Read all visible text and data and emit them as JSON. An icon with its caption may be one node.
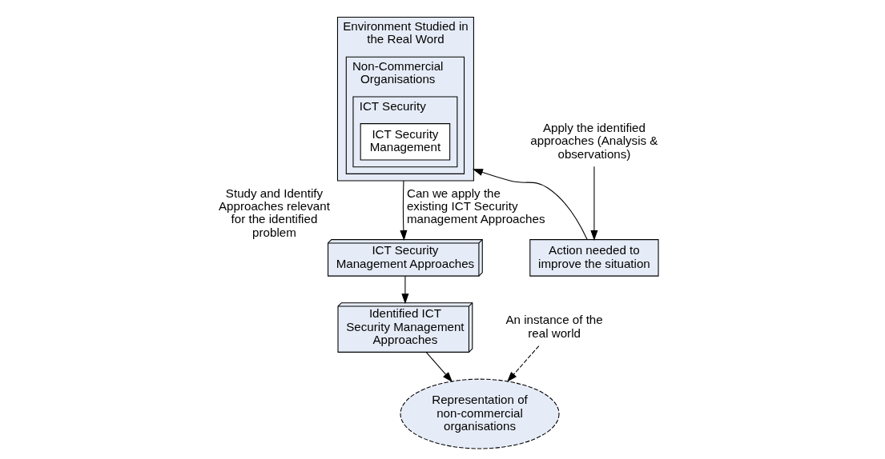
{
  "diagram": {
    "nodes": [
      {
        "text": [
          "Environment Studied in the Real Word"
        ]
      },
      {
        "text": [
          "Non-Commercial Organisations"
        ],
        "in": 0
      },
      {
        "text": [
          "ICT Security"
        ],
        "in": 1
      },
      {
        "text": [
          "ICT Security Management"
        ],
        "in": 2
      },
      {
        "text": [
          "ICT Security Management Approaches"
        ],
        "beside": [
          "Study and Identify Approaches relevant for the identified problem"
        ]
      },
      {
        "text": [
          "Identified ICT Security Management Approaches"
        ]
      },
      {
        "text": [
          "Representation of non-commercial organisations"
        ]
      },
      {
        "text": [
          "An instance of the real world"
        ]
      },
      {
        "text": [
          "Action needed to improve the situation"
        ]
      },
      {
        "text": [
          "Apply the identified approaches (Analysis & observations)"
        ]
      }
    ],
    "edges": [
      {
        "from": 0,
        "to": 4,
        "arrow": "to",
        "label": "Can we apply the existing ICT Security management Approaches"
      },
      {
        "from": 4,
        "to": 5,
        "arrow": "to"
      },
      {
        "from": 5,
        "to": 6,
        "arrow": "to"
      },
      {
        "from": 7,
        "to": 6,
        "arrow": "to",
        "style": "dashed"
      },
      {
        "from": 9,
        "to": 8,
        "arrow": "to"
      },
      {
        "from": 8,
        "to": 0,
        "arrow": "to"
      }
    ]
  }
}
